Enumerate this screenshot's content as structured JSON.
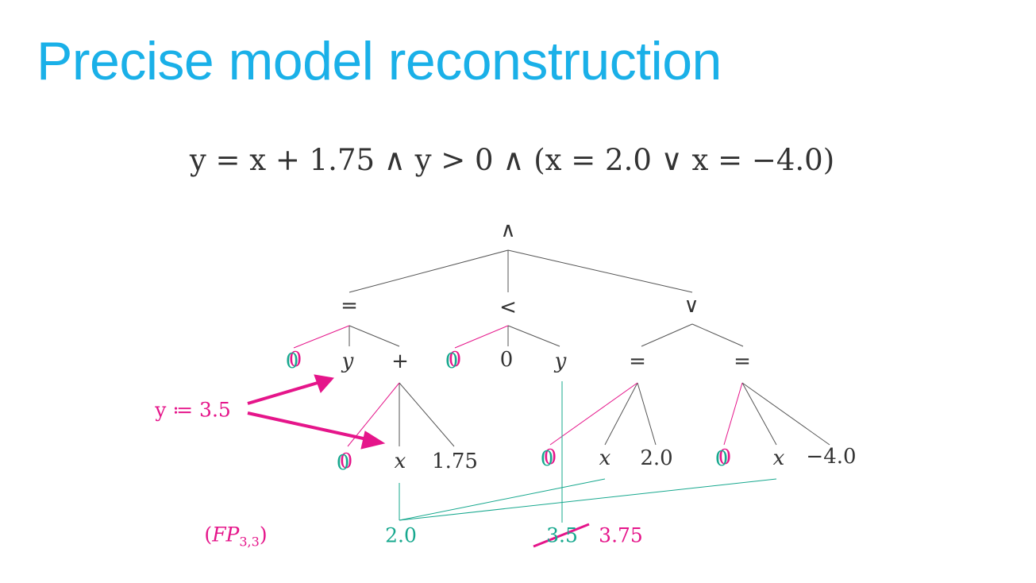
{
  "title": "Precise model reconstruction",
  "formula": "y = x + 1.75 ∧ y > 0 ∧ (x = 2.0 ∨ x = −4.0)",
  "tree": {
    "root": "∧",
    "level1": {
      "eq": "=",
      "lt": "<",
      "or": "∨"
    },
    "level2": {
      "eq_left_var": "y",
      "plus": "+",
      "lt_zero": "0",
      "lt_var": "y",
      "or_eq1": "=",
      "or_eq2": "="
    },
    "level3": {
      "plus_var": "x",
      "plus_const": "1.75",
      "eq1_var": "x",
      "eq1_const": "2.0",
      "eq2_var": "x",
      "eq2_const": "−4.0"
    },
    "zero_marker": "0"
  },
  "annotations": {
    "assignment": "y ≔ 3.5",
    "fp_name": "FP",
    "fp_sub": "3,3",
    "x_value": "2.0",
    "y_value_struck": "3.5",
    "y_value_new": "3.75"
  },
  "colors": {
    "title": "#1ab0e8",
    "text": "#333333",
    "magenta": "#e5158a",
    "teal": "#17a88e"
  }
}
